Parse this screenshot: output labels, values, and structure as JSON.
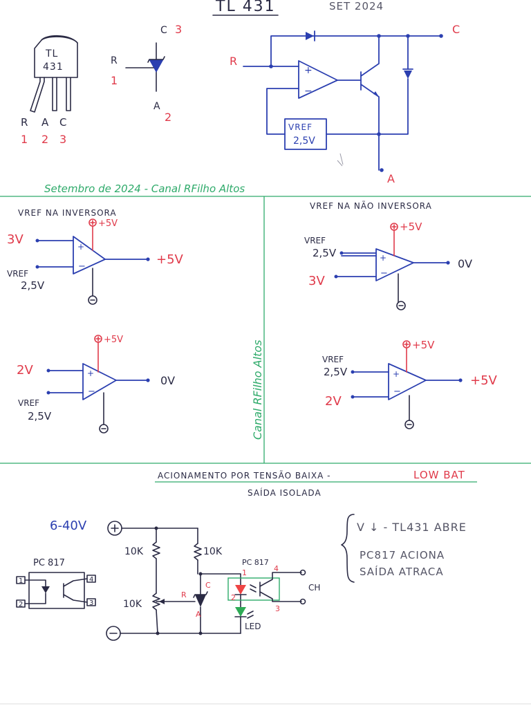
{
  "header": {
    "title": "TL 431",
    "date": "SET 2024"
  },
  "package": {
    "label_line1": "TL",
    "label_line2": "431",
    "pins": [
      "R",
      "A",
      "C"
    ],
    "numbers": [
      "1",
      "2",
      "3"
    ]
  },
  "symbol": {
    "c_label": "C",
    "c_num": "3",
    "r_label": "R",
    "r_num": "1",
    "a_label": "A",
    "a_num": "2"
  },
  "internal": {
    "r_label": "R",
    "c_label": "C",
    "a_label": "A",
    "vref_line1": "VREF",
    "vref_line2": "2,5V",
    "plus": "+",
    "minus": "−"
  },
  "credit_line": "Setembro de 2024 - Canal RFilho Altos",
  "credit_vertical": "Canal RFilho Altos",
  "left_panel": {
    "title": "VREF NA INVERSORA",
    "top": {
      "supply": "+5V",
      "in_plus": "3V",
      "vref_line1": "VREF",
      "vref_line2": "2,5V",
      "output": "+5V"
    },
    "bottom": {
      "supply": "+5V",
      "in_plus": "2V",
      "vref_line1": "VREF",
      "vref_line2": "2,5V",
      "output": "0V"
    }
  },
  "right_panel": {
    "title": "VREF NA NÃO INVERSORA",
    "top": {
      "supply": "+5V",
      "vref_line1": "VREF",
      "vref_line2": "2,5V",
      "in_minus": "3V",
      "output": "0V"
    },
    "bottom": {
      "supply": "+5V",
      "vref_line1": "VREF",
      "vref_line2": "2,5V",
      "in_minus": "2V",
      "output": "+5V"
    }
  },
  "bottom_section": {
    "title_part1": "ACIONAMENTO POR TENSÃO BAIXA - ",
    "title_part2": "LOW BAT",
    "subtitle": "SAÍDA ISOLADA",
    "voltage": "6-40V",
    "r_top": "10K",
    "r_load": "10K",
    "r_pot": "10K",
    "tl_r": "R",
    "tl_c": "C",
    "tl_a": "A",
    "pc817_label": "PC 817",
    "pin1": "1",
    "pin2": "2",
    "pin3": "3",
    "pin4": "4",
    "led_label": "LED",
    "ch_label": "CH",
    "pkg_label": "PC 817",
    "pkg_pin1": "1",
    "pkg_pin2": "2",
    "pkg_pin3": "3",
    "pkg_pin4": "4",
    "notes": [
      "V ↓ - TL431 ABRE",
      "PC817 ACIONA",
      "SAÍDA ATRACA"
    ]
  }
}
